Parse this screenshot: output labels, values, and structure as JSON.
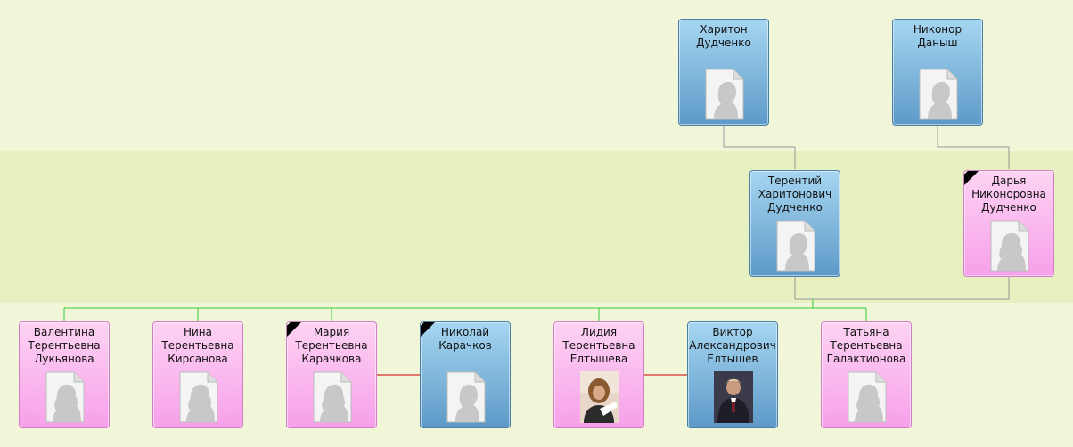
{
  "persons": [
    {
      "id": "khariton",
      "name": "Харитон\nДудченко",
      "gender": "male",
      "photo": "silhouette-male",
      "deceased": false
    },
    {
      "id": "nikonor",
      "name": "Никонор\nДаныш",
      "gender": "male",
      "photo": "silhouette-male",
      "deceased": false
    },
    {
      "id": "terentiy",
      "name": "Терентий\nХаритонович\nДудченко",
      "gender": "male",
      "photo": "silhouette-male",
      "deceased": false
    },
    {
      "id": "darya",
      "name": "Дарья\nНиконоровна\nДудченко",
      "gender": "female",
      "photo": "silhouette-female",
      "deceased": true
    },
    {
      "id": "valentina",
      "name": "Валентина\nТерентьевна\nЛукьянова",
      "gender": "female",
      "photo": "silhouette-female",
      "deceased": false
    },
    {
      "id": "nina",
      "name": "Нина\nТерентьевна\nКирсанова",
      "gender": "female",
      "photo": "silhouette-female",
      "deceased": false
    },
    {
      "id": "mariya",
      "name": "Мария\nТерентьевна\nКарачкова",
      "gender": "female",
      "photo": "silhouette-female",
      "deceased": true
    },
    {
      "id": "nikolay",
      "name": "Николай\nКарачков",
      "gender": "male",
      "photo": "silhouette-male",
      "deceased": true
    },
    {
      "id": "lidiya",
      "name": "Лидия\nТерентьевна\nЕлтышева",
      "gender": "female",
      "photo": "photo-woman",
      "deceased": false
    },
    {
      "id": "viktor",
      "name": "Виктор\nАлександрович\nЕлтышев",
      "gender": "male",
      "photo": "photo-man",
      "deceased": false
    },
    {
      "id": "tatyana",
      "name": "Татьяна\nТерентьевна\nГалактионова",
      "gender": "female",
      "photo": "silhouette-female",
      "deceased": false
    }
  ],
  "colors": {
    "male_top": "#a6d6f1",
    "male_bottom": "#5d9ac8",
    "female_top": "#fdd3f3",
    "female_bottom": "#f7a0ea",
    "parent_line": "#999999",
    "child_line": "#33cc33",
    "spouse_line": "#cc0000",
    "band_light": "#f1f6d8",
    "band_dark": "#e6f0c0"
  }
}
